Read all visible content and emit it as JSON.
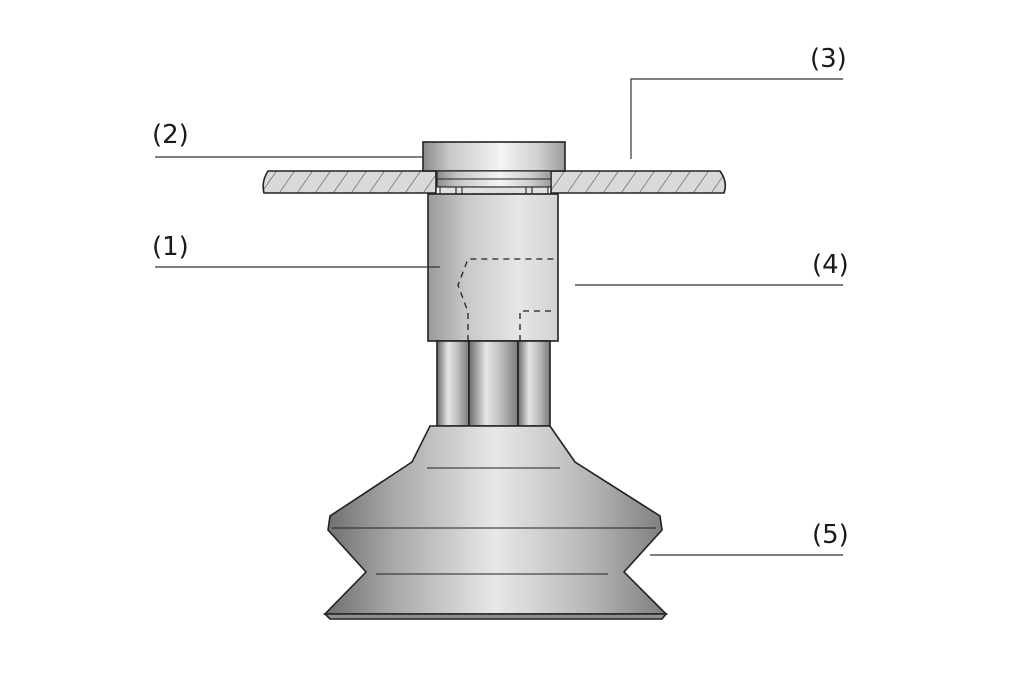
{
  "diagram": {
    "labels": {
      "part1": "(1)",
      "part2": "(2)",
      "part3": "(3)",
      "part4": "(4)",
      "part5": "(5)"
    },
    "colors": {
      "background": "#ffffff",
      "outline": "#222222",
      "metal_light": "#f2f2f2",
      "metal_mid": "#c8c8c8",
      "metal_dark": "#7a7a7a",
      "panel_hatch": "#333333",
      "panel_fill": "#d9d9d9"
    }
  }
}
